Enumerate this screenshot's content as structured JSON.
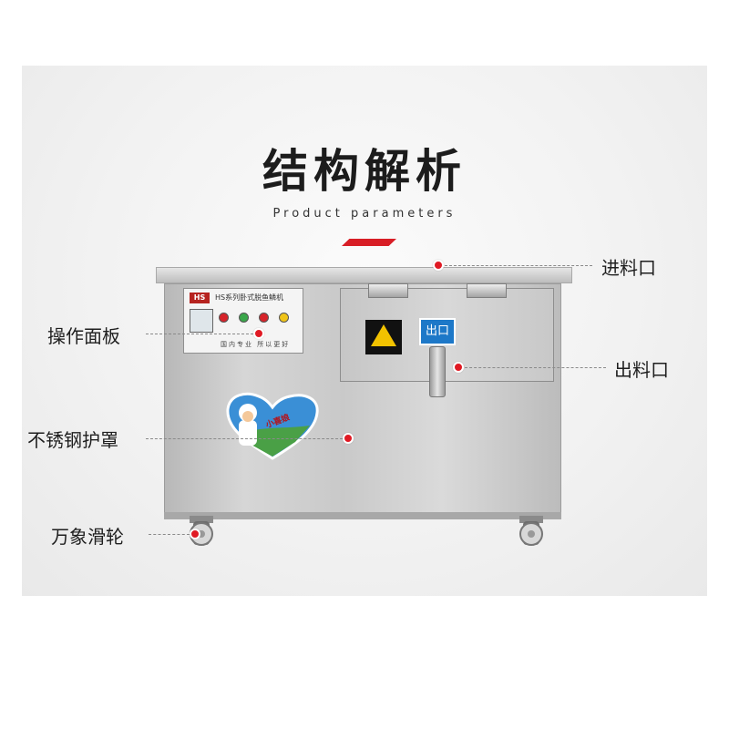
{
  "heading": {
    "title": "结构解析",
    "subtitle": "Product parameters"
  },
  "machine": {
    "panel_logo": "HS",
    "panel_title": "HS系列卧式脱鱼鳞机",
    "panel_slogan": "国内专业  所以更好",
    "exit_label": "出口",
    "sticker_text": "小喜娘"
  },
  "callouts": {
    "feed_inlet": "进料口",
    "control_panel": "操作面板",
    "discharge_outlet": "出料口",
    "stainless_cover": "不锈钢护罩",
    "casters": "万象滑轮"
  },
  "colors": {
    "accent": "#d81e26",
    "dot": "#e01a24",
    "exit_sign": "#1d78c8"
  }
}
